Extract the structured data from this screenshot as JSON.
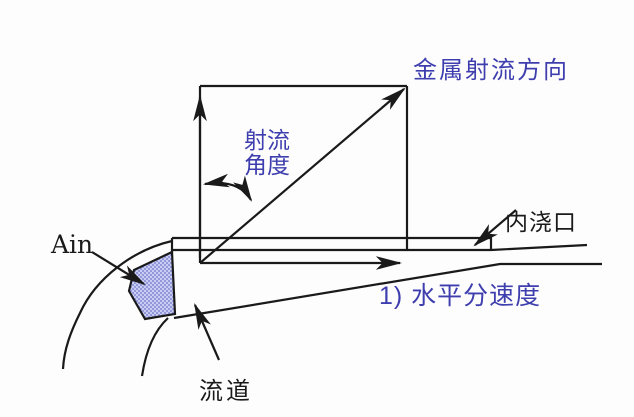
{
  "colors": {
    "background": "#fdfdfd",
    "ink": "#1a1a1a",
    "accent": "#3e3eae",
    "area_fill_light": "#c9cdf3",
    "area_fill_dark": "#9298da"
  },
  "labels": {
    "jet_direction": "金属射流方向",
    "jet_angle": [
      "射流",
      "角度"
    ],
    "inner_gate": "内浇口",
    "horizontal_velocity": "1) 水平分速度",
    "inlet_area": "Ain",
    "runner": "流道"
  }
}
